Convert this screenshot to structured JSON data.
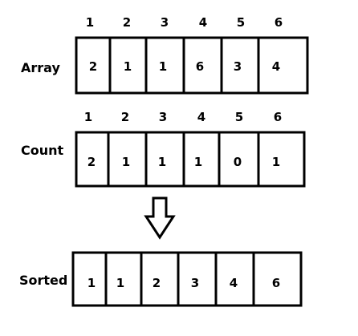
{
  "rows": [
    {
      "label": "Array",
      "indices": [
        "1",
        "2",
        "3",
        "4",
        "5",
        "6"
      ],
      "values": [
        "2",
        "1",
        "1",
        "6",
        "3",
        "4"
      ]
    },
    {
      "label": "Count",
      "indices": [
        "1",
        "2",
        "3",
        "4",
        "5",
        "6"
      ],
      "values": [
        "2",
        "1",
        "1",
        "1",
        "0",
        "1"
      ]
    },
    {
      "label": "Sorted",
      "indices": [],
      "values": [
        "1",
        "1",
        "2",
        "3",
        "4",
        "6"
      ]
    }
  ],
  "arrow_icon": "down-arrow-outline-icon",
  "colors": {
    "stroke": "#000000",
    "background": "#ffffff"
  }
}
